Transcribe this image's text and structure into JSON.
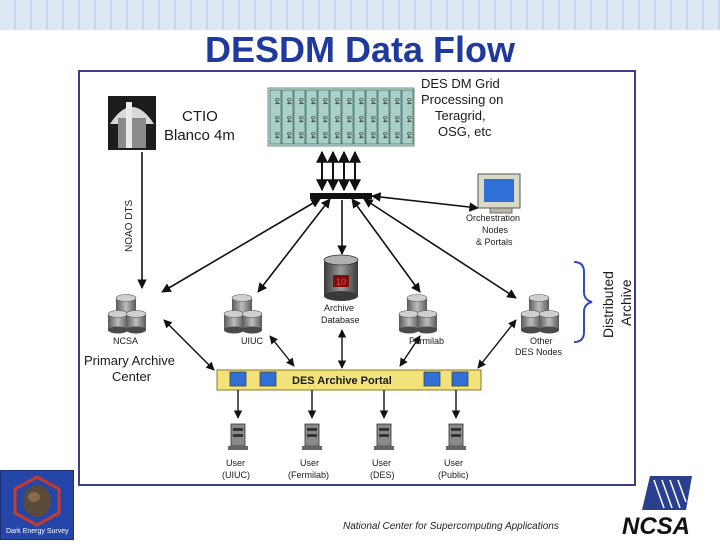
{
  "title": "DESDM Data Flow",
  "diagram": {
    "ctio_label": [
      "CTIO",
      "Blanco 4m"
    ],
    "grid_label": [
      "DES DM Grid",
      "Processing on",
      "Teragrid,",
      "OSG, etc"
    ],
    "server_label": "04",
    "noao_label": "NOAO DTS",
    "orchestration_label": [
      "Orchestration",
      "Nodes",
      "& Portals"
    ],
    "archive_db_label": [
      "Archive",
      "Database"
    ],
    "disk_counter": "10",
    "distributed_label": [
      "Distributed",
      "Archive"
    ],
    "nodes": [
      "NCSA",
      "UIUC",
      "Fermilab",
      "Other"
    ],
    "other_sub": "DES Nodes",
    "primary_archive": [
      "Primary Archive",
      "Center"
    ],
    "portal_label": "DES Archive Portal",
    "users": [
      {
        "line1": "User",
        "line2": "(UIUC)"
      },
      {
        "line1": "User",
        "line2": "(Fermilab)"
      },
      {
        "line1": "User",
        "line2": "(DES)"
      },
      {
        "line1": "User",
        "line2": "(Public)"
      }
    ]
  },
  "footer": {
    "text": "National Center for Supercomputing Applications",
    "des_logo_text": "Dark Energy Survey",
    "ncsa_logo_text": "NCSA"
  },
  "colors": {
    "title": "#1f3a9e",
    "frame": "#3a3f86",
    "grid_servers": "#a8cfc8",
    "portal_bar": "#f2e27a",
    "disk": "#707070",
    "brace": "#2f4db5"
  }
}
